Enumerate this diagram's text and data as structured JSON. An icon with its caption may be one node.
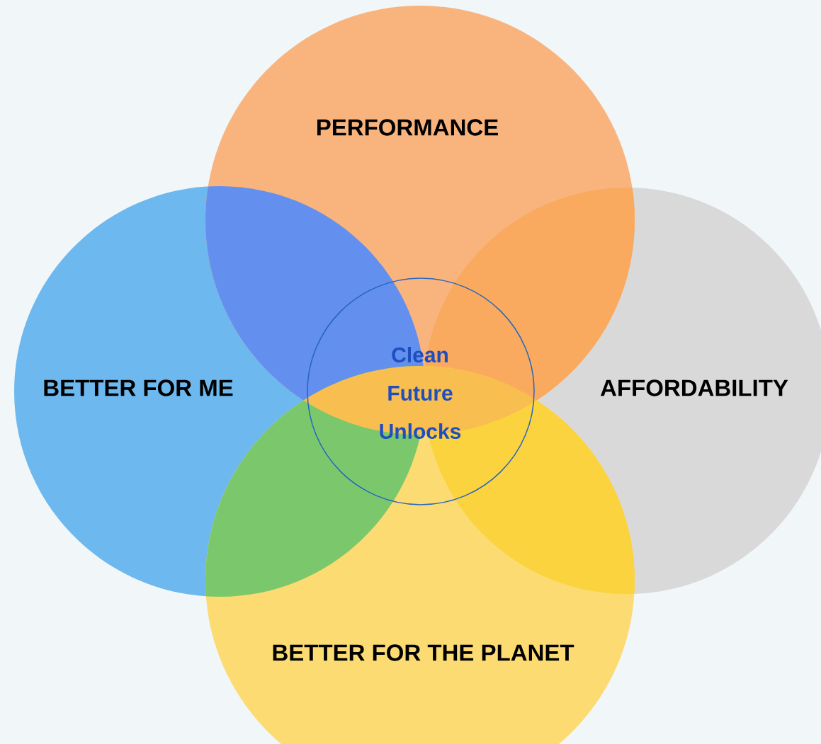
{
  "diagram": {
    "nodes": [
      {
        "text": [
          "PERFORMANCE"
        ]
      },
      {
        "text": [
          "BETTER FOR ME"
        ]
      },
      {
        "text": [
          "AFFORDABILITY"
        ]
      },
      {
        "text": [
          "BETTER FOR THE PLANET"
        ]
      },
      {
        "text": [
          "Clean Future Unlocks"
        ]
      }
    ]
  }
}
